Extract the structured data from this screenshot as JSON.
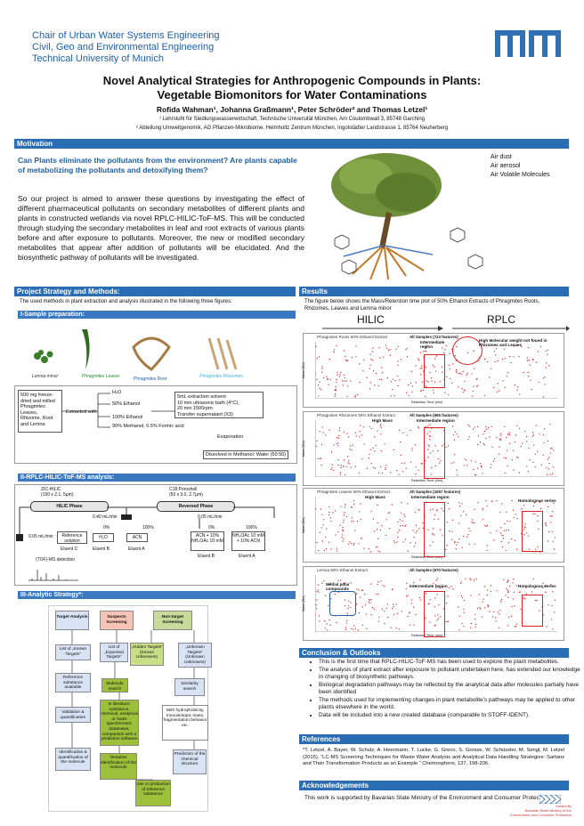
{
  "header": {
    "institution_lines": [
      "Chair of Urban Water Systems Engineering",
      "Civil, Geo and Environmental Engineering",
      "Technical University of Munich"
    ],
    "title_line1": "Novel Analytical Strategies for Anthropogenic Compounds in Plants:",
    "title_line2": "Vegetable Biomonitors for Water Contaminations",
    "authors": "Rofida Wahman¹, Johanna Graßmann¹, Peter Schröder² and Thomas Letzel¹",
    "affiliation1": "¹ Lehrstuhl für Siedlungswasserwirtschaft, Technische Universität München, Am Coulombwall 3,  85748 Garching",
    "affiliation2": "² Abteilung Umweltgenomik, AG Pflanzen-Mikrobiome, Helmholtz Zentrum München,  Ingolstädter Landstrasse 1, 85764 Neuherberg"
  },
  "motivation": {
    "heading": "Motivation",
    "question": "Can Plants  eliminate the pollutants from the environment? Are plants capable of metabolizing the pollutants and detoxifying them?",
    "body": "So our project is aimed to answer these questions by investigating the effect of different pharmaceutical pollutants on secondary metabolites of different plants and plants in constructed wetlands via novel RPLC-HILIC-ToF-MS. This will be conducted through studying the secondary metabolites in leaf and root extracts of various plants before and after exposure to pollutants. Moreover, the new or modified secondary metabolites that appear after addition of pollutants will be elucidated. And the biosynthetic pathway of pollutants will be investigated.",
    "air_labels": [
      "Air dust",
      "Air aerosol",
      "Air Volatile Molecules"
    ]
  },
  "strategy": {
    "heading": "Project Strategy and Methods:",
    "intro": "The used methods in plant extraction and analysis illustrated in the following three figures:",
    "sample_heading": "I-Sample preparation:",
    "plants": [
      "Lemna minor",
      "Phragmites Leaves",
      "Phragmites Root",
      "Phragmites Rhizomes"
    ],
    "prep_box": "500 mg freeze-dried and milled Phragmites Leaves, Rhizome, Root and Lemna",
    "prep_steps": [
      "H₂O",
      "50% Ethanol",
      "Extracted with",
      "100% Ethanol",
      "90% Methanol, 0.5% Formic acid"
    ],
    "extraction_box": "5mL extraction solvent\n10 min ultrasonic bath (4°C),\n20 min 1500rpm\nTransfer supernatant (X3)",
    "evaporation": "Evaporation",
    "dissolved": "Dissolved in Methanol: Water (50:50)",
    "rplc_heading": "II-RPLC-HILIC-ToF-MS analysis:",
    "zic": "ZIC-HILIC\n(150 x 2.1, 5µm)",
    "c18": "C18 Poroshell\n(50 x 3.0, 2.7µm)",
    "hilic_phase": "HILIC Phase",
    "reversed_phase": "Reversed Phase",
    "flow1": "0.40 mL/min",
    "flow2": "0.05 mL/min",
    "flow3": "0.05 mL/min",
    "pct": [
      "0%",
      "100%",
      "0%",
      "100%"
    ],
    "ref": "Reference solution",
    "eluentC": "Eluent C",
    "eluentB1": "Eluent B",
    "eluentA1": "Eluent A",
    "h2o": "H₂O",
    "acn": "ACN",
    "acn_mix": "ACN + 10% NH₄OAc 10 mM",
    "nh4_mix": "NH₄OAc 10 mM + 10% ACN",
    "eluentB2": "Eluent B",
    "eluentA2": "Eluent A",
    "tof": "(TOF)-MS detection",
    "analytic_heading": "III-Analytic Strategy*:",
    "flow_target": "Target Analysis",
    "flow_suspects": "Suspects Screening",
    "flow_nontarget": "Non-target Screening",
    "flow_known": "List of „Known Targets”",
    "flow_expected": "List of „Expected Targets”",
    "flow_hidden": "„Hidden Targets” (Known Unknowns)",
    "flow_unknown": "„Unknown Targets” (Unknown Unknowns)",
    "flow_ref": "Reference substance available",
    "flow_mol": "Molecule search",
    "flow_sim": "Similarity search",
    "flow_valid": "Validation & quantification",
    "flow_lit": "In literature; substance, chemical, analytical or mass spectrometric databases; comparison with a prediction software",
    "flow_hydro": "With hydrophobicity, monoisotopic mass, fragmentation behavior etc.",
    "flow_ident": "Identification & quantification of the molecule",
    "flow_tent": "Tentative identification of the molecule",
    "flow_pred": "Prediction of the chemical structure",
    "flow_use": "Use or production of reference substance"
  },
  "results": {
    "heading": "Results",
    "intro": "The figure below shows the Mass/Retention time plot of 50% Ethanol Extracts of Phragmites Roots, Rhizomes, Leaves and Lemna minor",
    "hilic": "HILIC",
    "rplc": "RPLC",
    "panels": [
      {
        "title": "Phragmites Roots 50% Ethanol Extract",
        "features": "All Samples (723 features)",
        "notes": [
          "Intermediate region",
          "High Molecular weight not found in Rhizomes and Leaves"
        ]
      },
      {
        "title": "Phragmites Rhizomes 50% Ethanol Extract",
        "features": "All Samples (665 features)",
        "notes": [
          "High Mass",
          "Intermediate region"
        ]
      },
      {
        "title": "Phragmites Leaves 50% Ethanol Extract",
        "features": "All Samples (1057 features)",
        "notes": [
          "High Mass",
          "Intermediate region",
          "Homologous series"
        ]
      },
      {
        "title": "Lemna 50% Ethanol Extract",
        "features": "All Samples (970 features)",
        "notes": [
          "Medial polar compounds",
          "Intermediate region",
          "Homologous series"
        ]
      }
    ],
    "axis_x": "Retention Time (min)",
    "axis_y": "Mass (Da)"
  },
  "conclusion": {
    "heading": "Conclusion & Outlooks",
    "items": [
      "This is the first time that RPLC-HILIC-ToF-MS has been used to explore the plant metabolites.",
      "The analysis of plant extract after exposure to pollutant undertaken here, has extended our knowledge in changing of biosynthetic pathways.",
      "Biological degradation pathways may be reflected by the analytical data after molecules partially have been identified",
      "The methods used for implementing changes in  plant metabolite's pathways may be applied to other plants elsewhere in the world.",
      "Data will be included into a new created database (comparable to STOFF-IDENT)."
    ]
  },
  "references": {
    "heading": "References",
    "text": "*T. Letzel, A. Bayer, W. Schulz, A. Heermann, T. Lucke, G. Greco, S. Grosse, W. Schüssler, M. Sengl, M. Letzel (2015). “LC-MS Screening Techniques for Waste Water Analysis and Analytical Data Handling Strategies: Sartans and Their Transformation Products as an Example.” Chemosphere, 137, 198-206."
  },
  "acknowledgements": {
    "heading": "Acknowledgements",
    "text": "This work is supported by Bavarian State Ministry of the Environment and Consumer Protection",
    "funder": "funded by\nBavarian State Ministry of the\nEnvironment and Consumer Protection"
  }
}
